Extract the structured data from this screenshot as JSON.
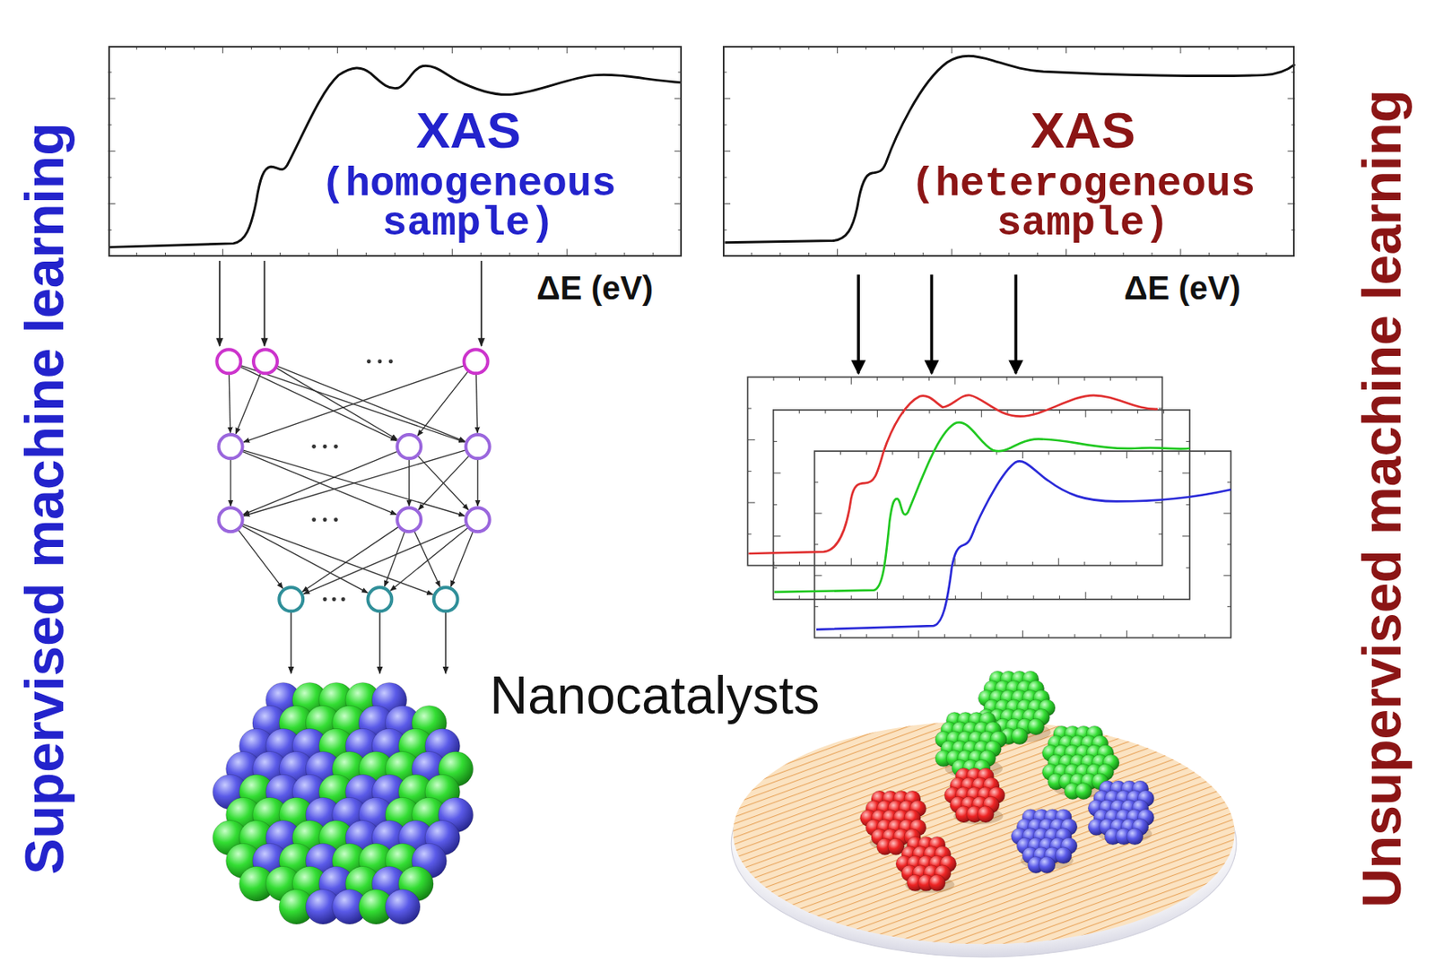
{
  "diagram": {
    "nodes": [
      {
        "text": [
          "XAS",
          "(homogeneous sample)"
        ]
      },
      {
        "text": [
          "XAS",
          "(heterogeneous sample)"
        ]
      }
    ],
    "labels": [
      "ΔE (eV)",
      "ΔE (eV)",
      "Supervised machine learning",
      "Unsupervised machine learning",
      "Nanocatalysts"
    ]
  }
}
